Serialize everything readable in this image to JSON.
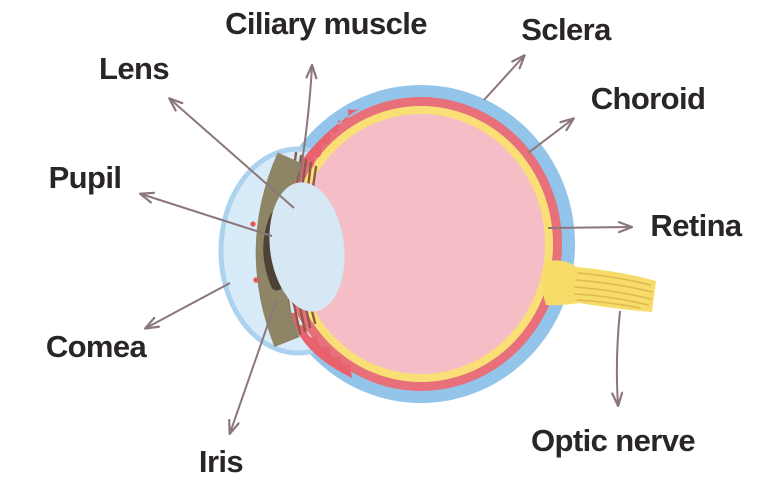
{
  "diagram": {
    "type": "anatomy-diagram",
    "subject": "human eye cross-section",
    "labels": {
      "ciliary_muscle": "Ciliary muscle",
      "sclera": "Sclera",
      "lens": "Lens",
      "choroid": "Choroid",
      "pupil": "Pupil",
      "retina": "Retina",
      "cornea": "Comea",
      "iris": "Iris",
      "optic_nerve": "Optic nerve"
    },
    "colors": {
      "background": "#ffffff",
      "sclera_blue": "#93c5eb",
      "choroid_red": "#e8707b",
      "retina_yellow": "#f9df75",
      "vitreous_pink": "#f5bdc5",
      "cornea_fill": "#d8ebf8",
      "cornea_edge": "#abd3ef",
      "iris_olive": "#8d8565",
      "pupil_dark": "#4e4236",
      "lens_blue": "#d5e8f4",
      "ciliary_red": "#ea616e",
      "zonule_brown": "#8a5c49",
      "optic_nerve_yellow": "#f8dc6a",
      "optic_nerve_stripe": "#e0b94e",
      "arrow": "#8b767c",
      "label_text": "#2a2526"
    }
  }
}
